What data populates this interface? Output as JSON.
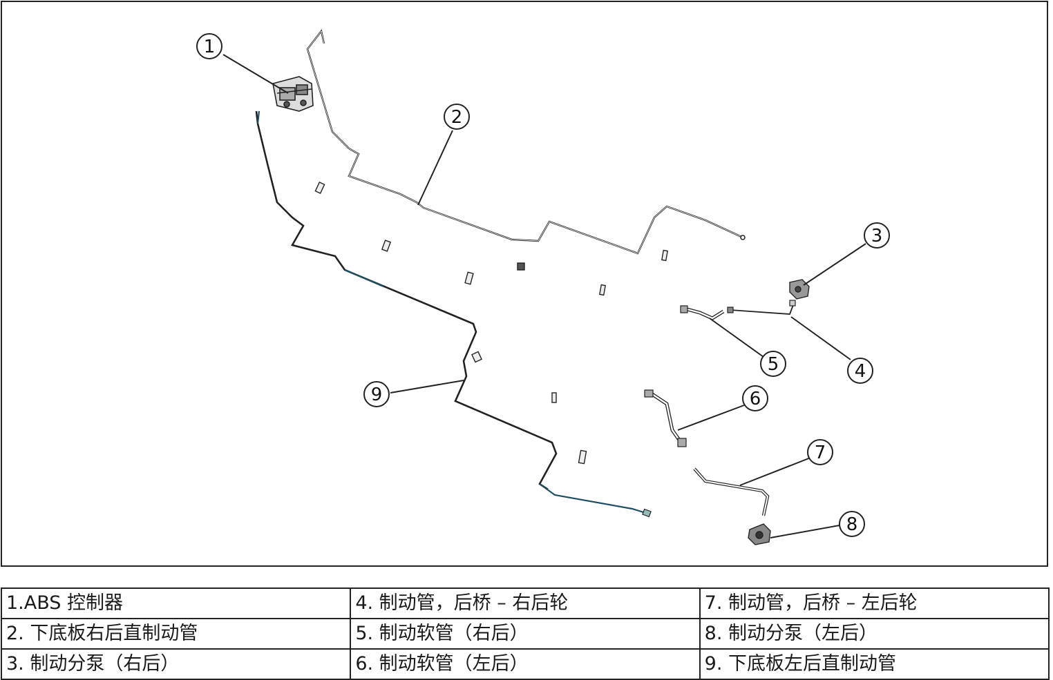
{
  "callouts": [
    "1",
    "2",
    "3",
    "4",
    "5",
    "6",
    "7",
    "8",
    "9"
  ],
  "legend": {
    "rows": [
      [
        "1.ABS 控制器",
        "4. 制动管，后桥 – 右后轮",
        "7. 制动管，后桥 – 左后轮"
      ],
      [
        "2. 下底板右后直制动管",
        "5. 制动软管（右后）",
        "8. 制动分泵（左后）"
      ],
      [
        "3. 制动分泵（右后）",
        "6. 制动软管（左后）",
        "9. 下底板左后直制动管"
      ]
    ]
  },
  "colors": {
    "line": "#222222",
    "pipe_left": "#1f4f63",
    "frame": "#222222"
  }
}
